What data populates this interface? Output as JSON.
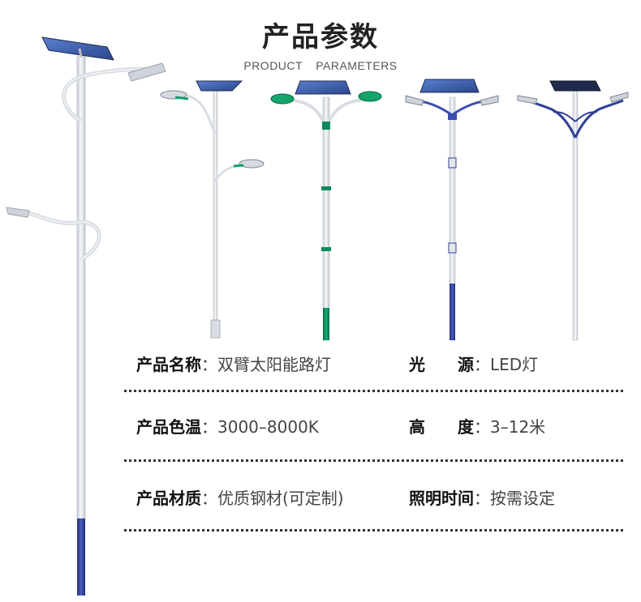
{
  "header": {
    "title": "产品参数",
    "subtitle": "PRODUCT PARAMETERS"
  },
  "params": [
    {
      "left": {
        "label": "产品名称",
        "sep": "：",
        "value": "双臂太阳能路灯"
      },
      "right": {
        "label_a": "光",
        "label_b": "源",
        "sep": "：",
        "value": "LED灯"
      }
    },
    {
      "left": {
        "label": "产品色温",
        "sep": "：",
        "value": "3000–8000K"
      },
      "right": {
        "label_a": "高",
        "label_b": "度",
        "sep": "：",
        "value": "3–12米"
      }
    },
    {
      "left": {
        "label": "产品材质",
        "sep": "：",
        "value": "优质钢材(可定制)"
      },
      "right": {
        "label": "照明时间",
        "sep": "：",
        "value": "按需设定"
      }
    }
  ],
  "colors": {
    "pole": "#e6e9ee",
    "pole_edge": "#b8bfc8",
    "blue_base": "#2f3f96",
    "green_base": "#0b8a5a",
    "panel": "#3a5ba8",
    "panel_dark": "#1f2b4a"
  }
}
